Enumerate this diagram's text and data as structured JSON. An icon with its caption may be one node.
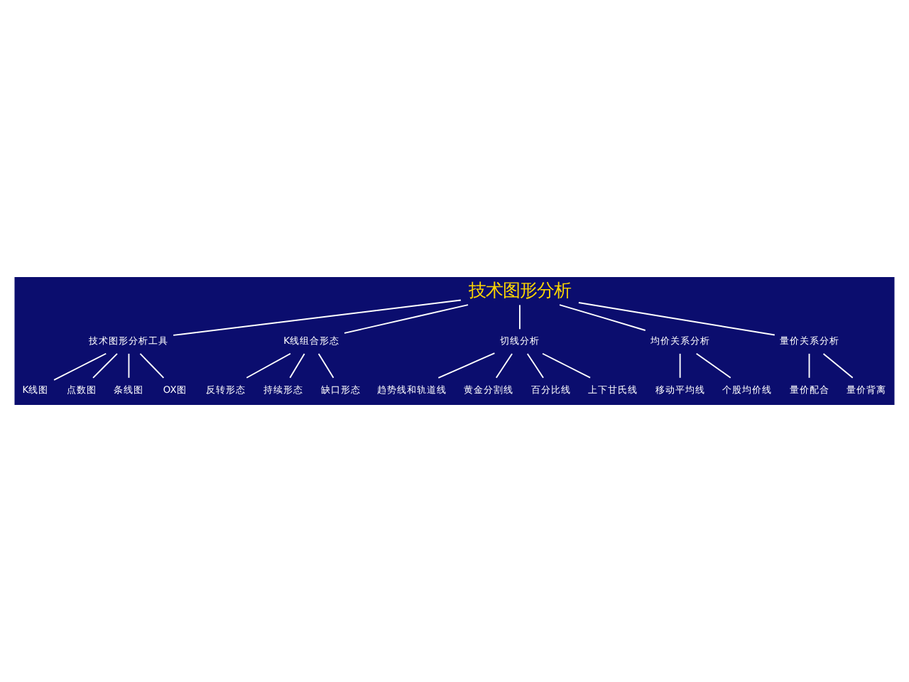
{
  "diagram": {
    "nodes": [
      {
        "text": [
          "技术图形分析"
        ]
      },
      {
        "text": [
          "技术图形分析工具"
        ]
      },
      {
        "text": [
          "K线组合形态"
        ]
      },
      {
        "text": [
          "切线分析"
        ]
      },
      {
        "text": [
          "均价关系分析"
        ]
      },
      {
        "text": [
          "量价关系分析"
        ]
      },
      {
        "text": [
          "K线图"
        ]
      },
      {
        "text": [
          "点数图"
        ]
      },
      {
        "text": [
          "条线图"
        ]
      },
      {
        "text": [
          "OX图"
        ]
      },
      {
        "text": [
          "反转形态"
        ]
      },
      {
        "text": [
          "持续形态"
        ]
      },
      {
        "text": [
          "缺口形态"
        ]
      },
      {
        "text": [
          "趋势线和轨道线"
        ]
      },
      {
        "text": [
          "黄金分割线"
        ]
      },
      {
        "text": [
          "百分比线"
        ]
      },
      {
        "text": [
          "上下甘氏线"
        ]
      },
      {
        "text": [
          "移动平均线"
        ]
      },
      {
        "text": [
          "个股均价线"
        ]
      },
      {
        "text": [
          "量价配合"
        ]
      },
      {
        "text": [
          "量价背离"
        ]
      }
    ],
    "edges": [
      {
        "from": 0,
        "to": 1,
        "arrow": "none"
      },
      {
        "from": 0,
        "to": 2,
        "arrow": "none"
      },
      {
        "from": 0,
        "to": 3,
        "arrow": "none"
      },
      {
        "from": 0,
        "to": 4,
        "arrow": "none"
      },
      {
        "from": 0,
        "to": 5,
        "arrow": "none"
      },
      {
        "from": 1,
        "to": 6,
        "arrow": "none"
      },
      {
        "from": 1,
        "to": 7,
        "arrow": "none"
      },
      {
        "from": 1,
        "to": 8,
        "arrow": "none"
      },
      {
        "from": 1,
        "to": 9,
        "arrow": "none"
      },
      {
        "from": 2,
        "to": 10,
        "arrow": "none"
      },
      {
        "from": 2,
        "to": 11,
        "arrow": "none"
      },
      {
        "from": 2,
        "to": 12,
        "arrow": "none"
      },
      {
        "from": 3,
        "to": 13,
        "arrow": "none"
      },
      {
        "from": 3,
        "to": 14,
        "arrow": "none"
      },
      {
        "from": 3,
        "to": 15,
        "arrow": "none"
      },
      {
        "from": 3,
        "to": 16,
        "arrow": "none"
      },
      {
        "from": 4,
        "to": 17,
        "arrow": "none"
      },
      {
        "from": 4,
        "to": 18,
        "arrow": "none"
      },
      {
        "from": 5,
        "to": 19,
        "arrow": "none"
      },
      {
        "from": 5,
        "to": 20,
        "arrow": "none"
      }
    ]
  }
}
